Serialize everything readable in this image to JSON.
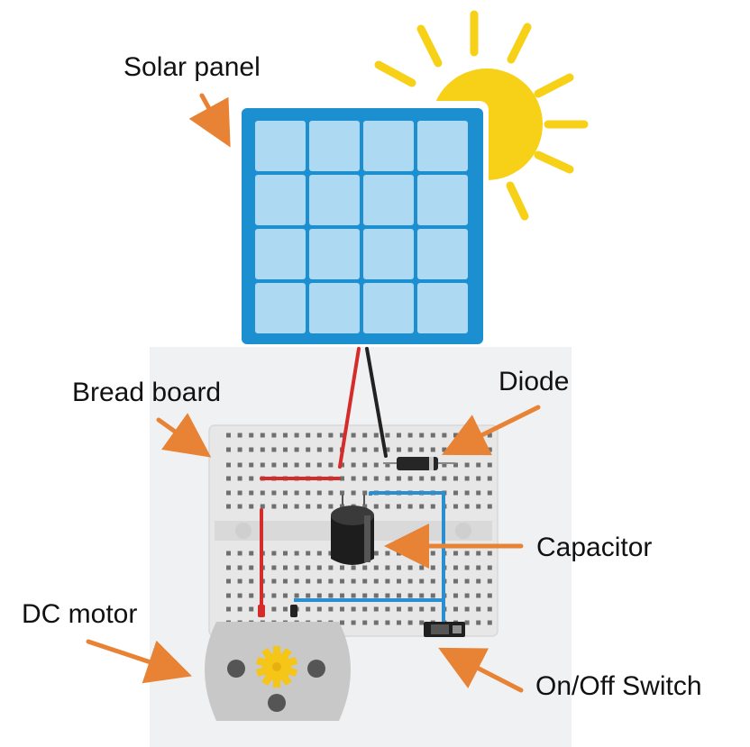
{
  "labels": {
    "solar_panel": "Solar panel",
    "bread_board": "Bread board",
    "diode": "Diode",
    "capacitor": "Capacitor",
    "dc_motor": "DC motor",
    "on_off_switch": "On/Off Switch"
  },
  "colors": {
    "panel_frame": "#1b8fd0",
    "panel_cell": "#aed9f2",
    "sun": "#f7d117",
    "arrow": "#e88234",
    "breadboard": "#eaeaea",
    "backdrop": "#f0f1f2",
    "wire_red": "#d62b2b",
    "wire_black": "#222222",
    "wire_blue": "#2a8fd0",
    "motor_body": "#c8c8c8",
    "gear": "#f5c518"
  },
  "icons": {
    "sun": "sun-icon",
    "panel": "solar-panel-icon",
    "motor": "dc-motor-icon",
    "gear": "gear-icon"
  }
}
